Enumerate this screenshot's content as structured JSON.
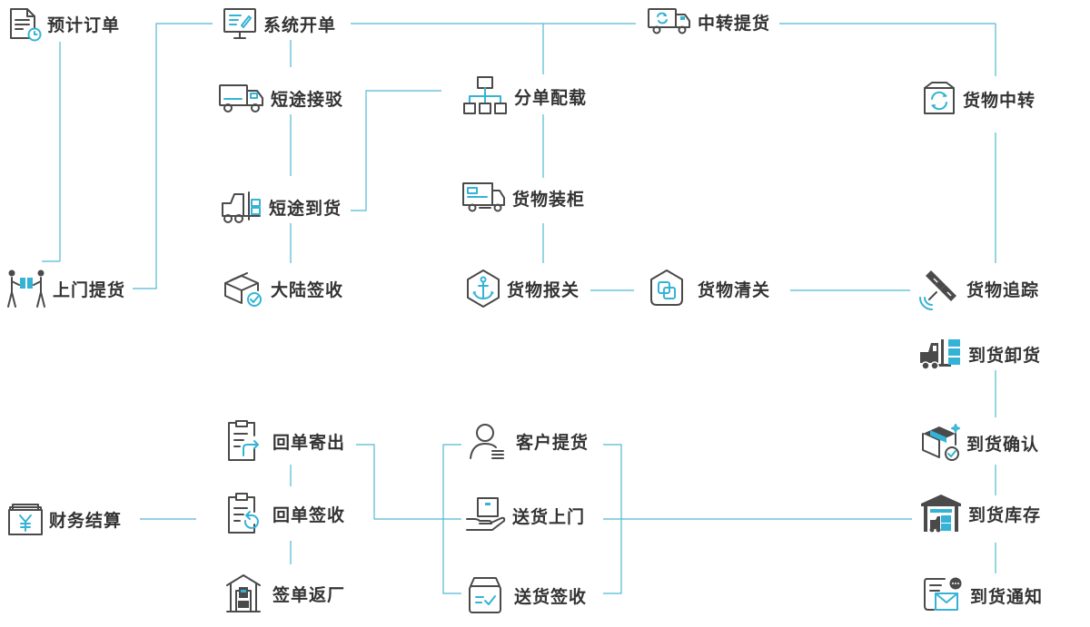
{
  "colors": {
    "connector": "#4fb9d3",
    "icon_dark": "#4a4a4a",
    "icon_accent": "#34b3d6",
    "text": "#333333"
  },
  "nodes": {
    "preorder": {
      "label": "预计订单",
      "icon": "document-clock-icon"
    },
    "system_order": {
      "label": "系统开单",
      "icon": "monitor-edit-icon"
    },
    "transfer_pickup": {
      "label": "中转提货",
      "icon": "truck-refresh-icon"
    },
    "short_transfer": {
      "label": "短途接驳",
      "icon": "truck-icon"
    },
    "split_load": {
      "label": "分单配载",
      "icon": "hierarchy-icon"
    },
    "cargo_transfer": {
      "label": "货物中转",
      "icon": "box-refresh-icon"
    },
    "short_arrival": {
      "label": "短途到货",
      "icon": "forklift-icon"
    },
    "cargo_container": {
      "label": "货物装柜",
      "icon": "container-truck-icon"
    },
    "door_pickup": {
      "label": "上门提货",
      "icon": "handover-icon"
    },
    "mainland_sign": {
      "label": "大陆签收",
      "icon": "box-check-icon"
    },
    "customs_declare": {
      "label": "货物报关",
      "icon": "anchor-hex-icon"
    },
    "customs_clear": {
      "label": "货物清关",
      "icon": "clearance-hex-icon"
    },
    "tracking": {
      "label": "货物追踪",
      "icon": "satellite-icon"
    },
    "unload": {
      "label": "到货卸货",
      "icon": "forklift-unload-icon"
    },
    "confirm": {
      "label": "到货确认",
      "icon": "package-check-icon"
    },
    "receipt_send": {
      "label": "回单寄出",
      "icon": "clipboard-send-icon"
    },
    "customer_pickup": {
      "label": "客户提货",
      "icon": "user-icon"
    },
    "finance": {
      "label": "财务结算",
      "icon": "finance-yuan-icon"
    },
    "receipt_sign": {
      "label": "回单签收",
      "icon": "clipboard-return-icon"
    },
    "delivery": {
      "label": "送货上门",
      "icon": "hand-package-icon"
    },
    "stock": {
      "label": "到货库存",
      "icon": "warehouse-icon"
    },
    "return_factory": {
      "label": "签单返厂",
      "icon": "factory-icon"
    },
    "delivery_sign": {
      "label": "送货签收",
      "icon": "box-sign-icon"
    },
    "notify": {
      "label": "到货通知",
      "icon": "mail-notify-icon"
    }
  }
}
